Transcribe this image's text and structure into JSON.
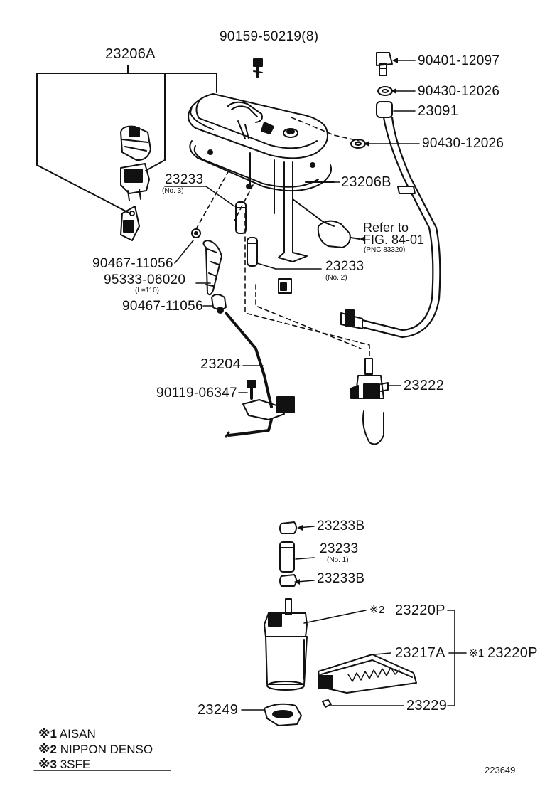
{
  "parts": {
    "bolt_top": "90159-50219(8)",
    "gauge_assy": "23206A",
    "union_bolt": "90401-12097",
    "gasket_top": "90430-12026",
    "fuel_line": "23091",
    "gasket_2": "90430-12026",
    "sender_bracket": "23206B",
    "cushion_no3": "23233",
    "cushion_no3_note": "(No. 3)",
    "cushion_no2": "23233",
    "cushion_no2_note": "(No. 2)",
    "clamp_upper": "90467-11056",
    "hose": "95333-06020",
    "hose_note": "(L=110)",
    "clamp_lower": "90467-11056",
    "pipe": "23204",
    "screw": "90119-06347",
    "valve": "23222",
    "cushion_b_top": "23233B",
    "cushion_no1": "23233",
    "cushion_no1_note": "(No. 1)",
    "cushion_b_bottom": "23233B",
    "pump_p_mark": "※2",
    "pump_p": "23220P",
    "filter": "23217A",
    "pump_alt_mark": "※1",
    "pump_alt": "23220P",
    "clip": "23229",
    "holder": "23249"
  },
  "reference": {
    "line1": "Refer to",
    "line2": "FIG. 84-01",
    "line3": "(PNC 83320)"
  },
  "legend": [
    {
      "mark": "※1",
      "text": "AISAN"
    },
    {
      "mark": "※2",
      "text": "NIPPON DENSO"
    },
    {
      "mark": "※3",
      "text": "3SFE"
    }
  ],
  "figure_number": "223649"
}
